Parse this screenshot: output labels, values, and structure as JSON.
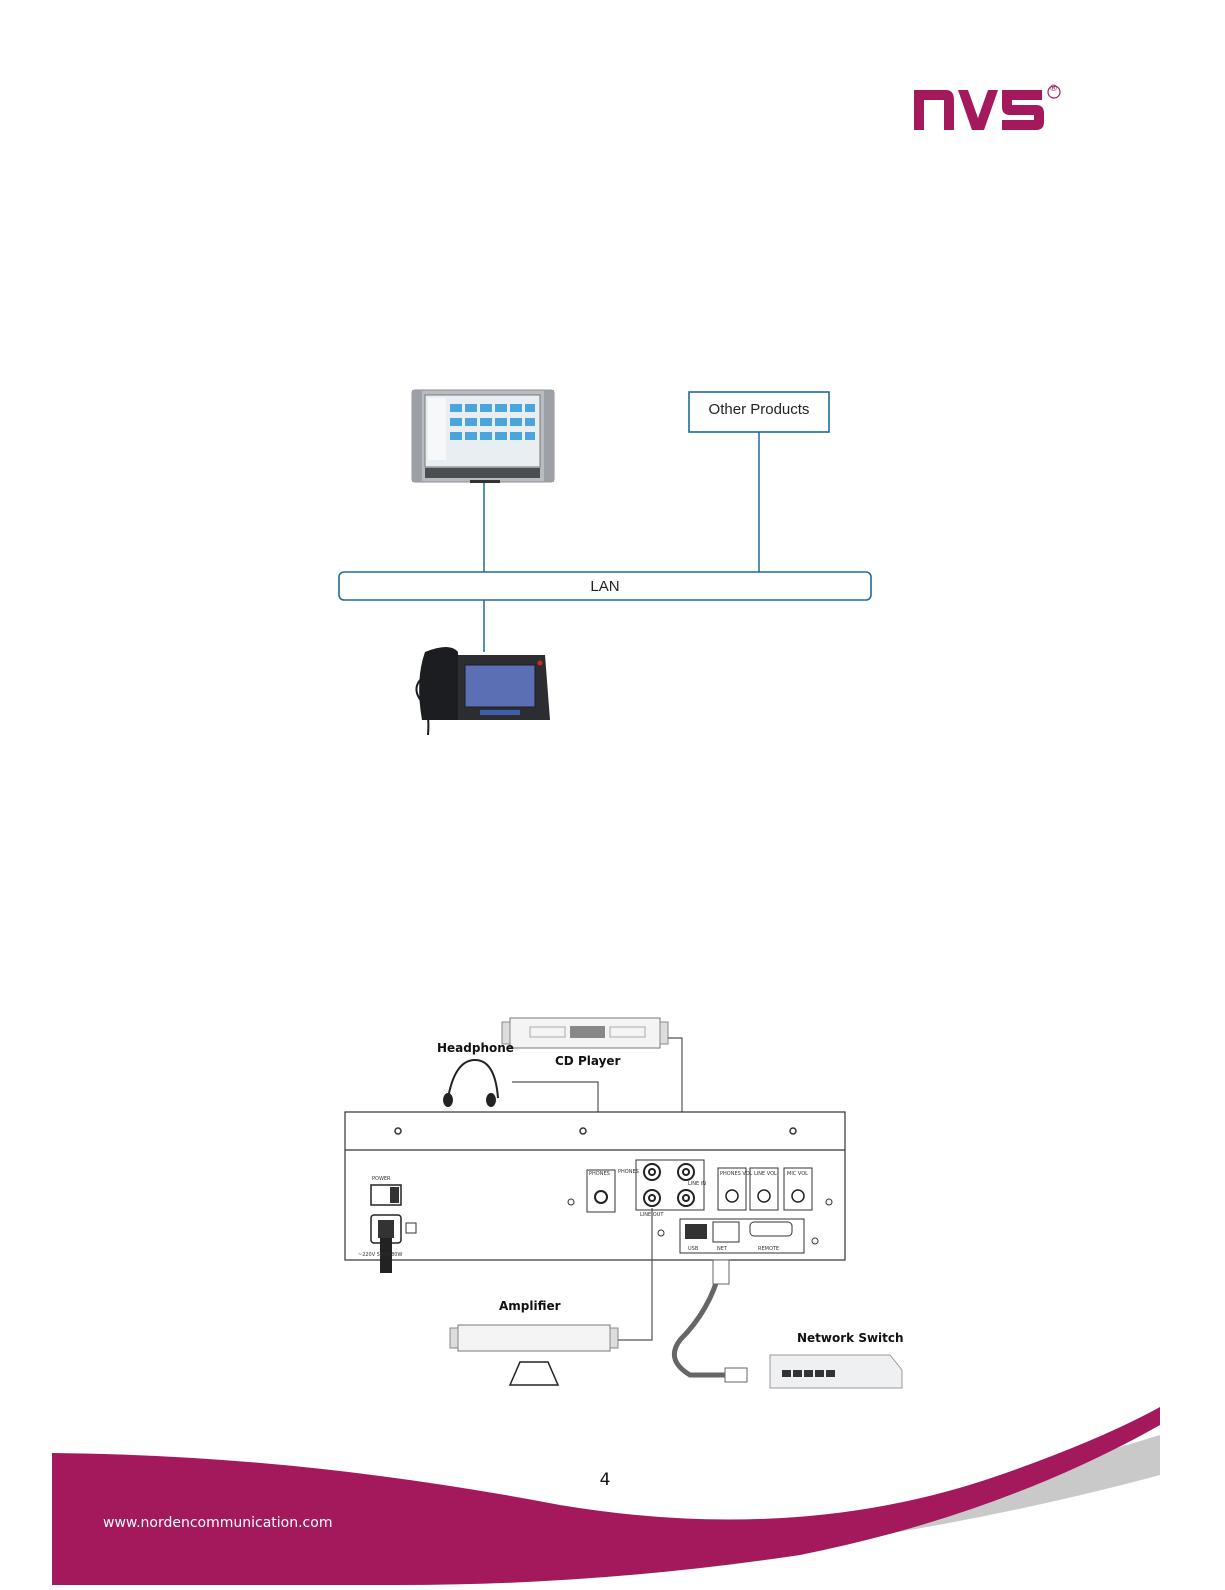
{
  "logo": {
    "text": "NVS",
    "registered": "®",
    "color": "#a3195b"
  },
  "diagram_lan": {
    "other_products": "Other Products",
    "lan": "LAN",
    "line_color": "#1f6b99"
  },
  "diagram_connection": {
    "headphone": "Headphone",
    "cd_player": "CD Player",
    "amplifier": "Amplifier",
    "network_switch": "Network Switch",
    "panel": {
      "power": "POWER",
      "ac_input": "~220V 50Hz 80W",
      "phones": "PHONES",
      "phones_side": "PHONES",
      "line_in": "LINE IN",
      "line_out": "LINE OUT",
      "phones_vol": "PHONES VOL",
      "line_vol": "LINE VOL",
      "mic_vol": "MIC VOL",
      "usb": "USB",
      "net": "NET",
      "remote": "REMOTE"
    }
  },
  "footer": {
    "page_number": "4",
    "website": "www.nordencommunication.com",
    "accent_color": "#a3195b"
  }
}
